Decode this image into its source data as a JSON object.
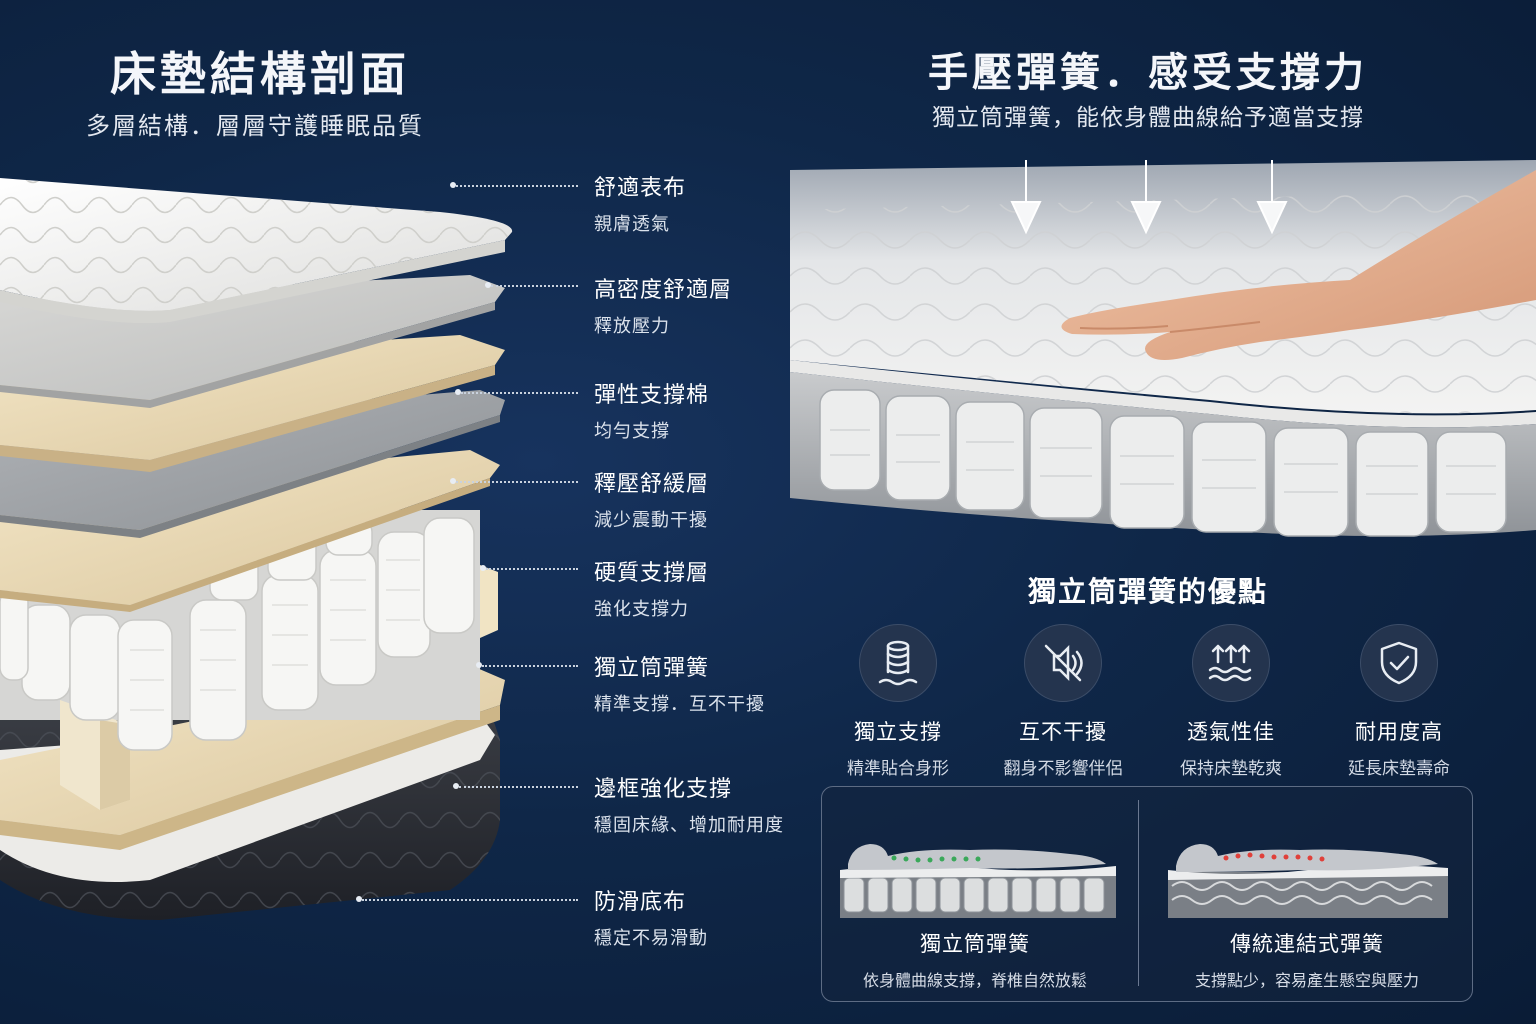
{
  "left": {
    "title": "床墊結構剖面",
    "subtitle": "多層結構．層層守護睡眠品質"
  },
  "layers": [
    {
      "title": "舒適表布",
      "desc": "親膚透氣"
    },
    {
      "title": "高密度舒適層",
      "desc": "釋放壓力"
    },
    {
      "title": "彈性支撐棉",
      "desc": "均勻支撐"
    },
    {
      "title": "釋壓舒緩層",
      "desc": "減少震動干擾"
    },
    {
      "title": "硬質支撐層",
      "desc": "強化支撐力"
    },
    {
      "title": "獨立筒彈簧",
      "desc": "精準支撐．互不干擾"
    },
    {
      "title": "邊框強化支撐",
      "desc": "穩固床緣、增加耐用度"
    },
    {
      "title": "防滑底布",
      "desc": "穩定不易滑動"
    }
  ],
  "right": {
    "title": "手壓彈簧．感受支撐力",
    "subtitle": "獨立筒彈簧，能依身體曲線給予適當支撐"
  },
  "advantages": {
    "title": "獨立筒彈簧的優點",
    "items": [
      {
        "icon": "spring-stack-icon",
        "title": "獨立支撐",
        "desc": "精準貼合身形"
      },
      {
        "icon": "no-vibration-icon",
        "title": "互不干擾",
        "desc": "翻身不影響伴侶"
      },
      {
        "icon": "airflow-icon",
        "title": "透氣性佳",
        "desc": "保持床墊乾爽"
      },
      {
        "icon": "shield-check-icon",
        "title": "耐用度高",
        "desc": "延長床墊壽命"
      }
    ]
  },
  "comparison": [
    {
      "title": "獨立筒彈簧",
      "desc": "依身體曲線支撐，脊椎自然放鬆",
      "dot_color": "#3aa85a"
    },
    {
      "title": "傳統連結式彈簧",
      "desc": "支撐點少，容易產生懸空與壓力",
      "dot_color": "#e0403a"
    }
  ],
  "colors": {
    "background": "#0f2748",
    "quilt": "#f2f2f0",
    "gray_felt": "#9ea2a6",
    "foam_cream": "#ead9b6",
    "base_dark": "#2c2f35"
  }
}
